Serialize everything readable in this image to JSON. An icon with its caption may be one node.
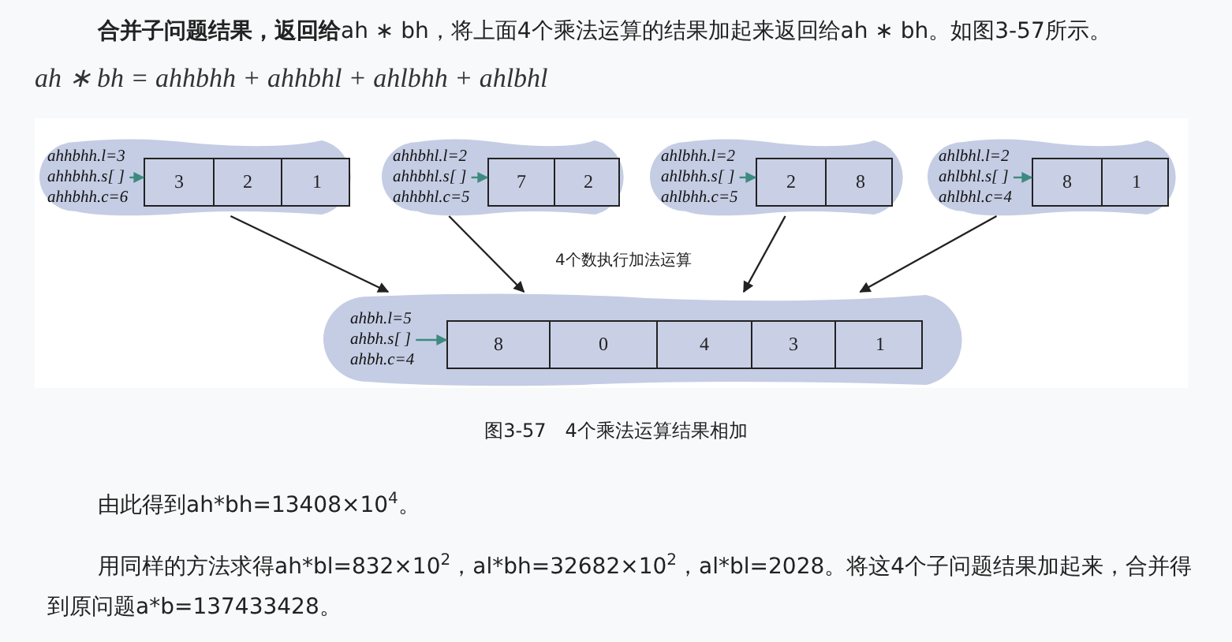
{
  "diagram": {
    "caption": "图3-57　4个乘法运算结果相加",
    "nodes": [
      {
        "text": [],
        "shape": "cloud"
      },
      {
        "text": [
          "ahhbhh.l=3",
          "ahhbhh.s[ ]",
          "ahhbhh.c=6"
        ],
        "in": 0
      },
      {
        "text": [],
        "shape": "box",
        "in": 0
      },
      {
        "text": [
          "3"
        ],
        "in": 2
      },
      {
        "text": [
          "2"
        ],
        "in": 2
      },
      {
        "text": [
          "1"
        ],
        "in": 2
      },
      {
        "text": [],
        "shape": "cloud"
      },
      {
        "text": [
          "ahhbhl.l=2",
          "ahhbhl.s[ ]",
          "ahhbhl.c=5"
        ],
        "in": 6
      },
      {
        "text": [],
        "shape": "box",
        "in": 6
      },
      {
        "text": [
          "7"
        ],
        "in": 8
      },
      {
        "text": [
          "2"
        ],
        "in": 8
      },
      {
        "text": [],
        "shape": "cloud"
      },
      {
        "text": [
          "ahlbhh.l=2",
          "ahlbhh.s[ ]",
          "ahlbhh.c=5"
        ],
        "in": 11
      },
      {
        "text": [],
        "shape": "box",
        "in": 11
      },
      {
        "text": [
          "2"
        ],
        "in": 13
      },
      {
        "text": [
          "8"
        ],
        "in": 13
      },
      {
        "text": [],
        "shape": "cloud"
      },
      {
        "text": [
          "ahlbhl.l=2",
          "ahlbhl.s[ ]",
          "ahlbhl.c=4"
        ],
        "in": 16
      },
      {
        "text": [],
        "shape": "box",
        "in": 16
      },
      {
        "text": [
          "8"
        ],
        "in": 18
      },
      {
        "text": [
          "1"
        ],
        "in": 18
      },
      {
        "text": [],
        "shape": "cloud"
      },
      {
        "text": [
          "ahbh.l=5",
          "ahbh.s[ ]",
          "ahbh.c=4"
        ],
        "in": 21
      },
      {
        "text": [],
        "shape": "box",
        "in": 21
      },
      {
        "text": [
          "8"
        ],
        "in": 23
      },
      {
        "text": [
          "0"
        ],
        "in": 23
      },
      {
        "text": [
          "4"
        ],
        "in": 23
      },
      {
        "text": [
          "3"
        ],
        "in": 23
      },
      {
        "text": [
          "1"
        ],
        "in": 23
      }
    ],
    "edges": [
      {
        "from": 1,
        "to": 2,
        "arrow": "to",
        "color": "#3d8a80"
      },
      {
        "from": 7,
        "to": 8,
        "arrow": "to",
        "color": "#3d8a80"
      },
      {
        "from": 12,
        "to": 13,
        "arrow": "to",
        "color": "#3d8a80"
      },
      {
        "from": 17,
        "to": 18,
        "arrow": "to",
        "color": "#3d8a80"
      },
      {
        "from": 22,
        "to": 23,
        "arrow": "to",
        "color": "#3d8a80"
      },
      {
        "from": 0,
        "to": 21,
        "arrow": "to",
        "color": "#222222"
      },
      {
        "from": 6,
        "to": 21,
        "arrow": "to",
        "color": "#222222"
      },
      {
        "from": 11,
        "to": 21,
        "arrow": "to",
        "color": "#222222"
      },
      {
        "from": 16,
        "to": 21,
        "arrow": "to",
        "color": "#222222"
      }
    ],
    "labels": [
      "**合并子问题结果，返回给**ah ∗ bh，将上面4个乘法运算的结果加起来返回给ah ∗ bh。如图3-57所示。",
      "ah ∗ bh = ahhbhh + ahhbhl + ahlbhh + ahlbhl",
      "4个数执行加法运算",
      "由此得到ah*bh=13408×10$^{4}$。",
      "用同样的方法求得ah*bl=832×10$^{2}$，al*bh=32682×10$^{2}$，al*bl=2028。将这4个子问题结果加起来，合并得到原问题a*b=137433428。"
    ]
  }
}
